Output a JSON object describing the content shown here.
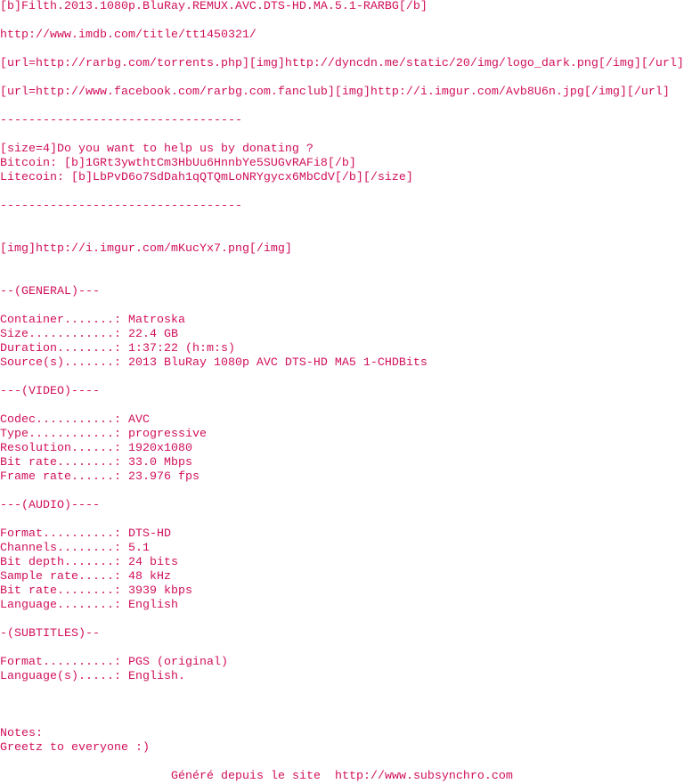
{
  "header": {
    "title_line": "[b]Filth.2013.1080p.BluRay.REMUX.AVC.DTS-HD.MA.5.1-RARBG[/b]",
    "imdb_link": "http://www.imdb.com/title/tt1450321/",
    "rarbg_link": "[url=http://rarbg.com/torrents.php][img]http://dyncdn.me/static/20/img/logo_dark.png[/img][/url]",
    "facebook_link": "[url=http://www.facebook.com/rarbg.com.fanclub][img]http://i.imgur.com/Avb8U6n.jpg[/img][/url]"
  },
  "divider": "----------------------------------",
  "donate": {
    "prompt": "[size=4]Do you want to help us by donating ?",
    "bitcoin": "Bitcoin: [b]1GRt3ywthtCm3HbUu6HnnbYe5SUGvRAFi8[/b]",
    "litecoin": "Litecoin: [b]LbPvD6o7SdDah1qQTQmLoNRYgycx6MbCdV[/b][/size]"
  },
  "image_link": "[img]http://i.imgur.com/mKucYx7.png[/img]",
  "sections": {
    "general": {
      "header": "--(GENERAL)---",
      "fields": [
        {
          "label": "Container",
          "value": "Matroska"
        },
        {
          "label": "Size",
          "value": "22.4 GB"
        },
        {
          "label": "Duration",
          "value": "1:37:22 (h:m:s)"
        },
        {
          "label": "Source(s)",
          "value": "2013 BluRay 1080p AVC DTS-HD MA5 1-CHDBits"
        }
      ]
    },
    "video": {
      "header": "---(VIDEO)----",
      "fields": [
        {
          "label": "Codec",
          "value": "AVC"
        },
        {
          "label": "Type",
          "value": "progressive"
        },
        {
          "label": "Resolution",
          "value": "1920x1080"
        },
        {
          "label": "Bit rate",
          "value": "33.0 Mbps"
        },
        {
          "label": "Frame rate",
          "value": "23.976 fps"
        }
      ]
    },
    "audio": {
      "header": "---(AUDIO)----",
      "fields": [
        {
          "label": "Format",
          "value": "DTS-HD"
        },
        {
          "label": "Channels",
          "value": "5.1"
        },
        {
          "label": "Bit depth",
          "value": "24 bits"
        },
        {
          "label": "Sample rate",
          "value": "48 kHz"
        },
        {
          "label": "Bit rate",
          "value": "3939 kbps"
        },
        {
          "label": "Language",
          "value": "English"
        }
      ]
    },
    "subtitles": {
      "header": "-(SUBTITLES)--",
      "fields": [
        {
          "label": "Format",
          "value": "PGS (original)"
        },
        {
          "label": "Language(s)",
          "value": "English."
        }
      ]
    }
  },
  "notes": {
    "label": "Notes:",
    "text": "Greetz to everyone :)"
  },
  "footer": {
    "text": "Généré depuis le site  http://www.subsynchro.com"
  },
  "colors": {
    "text": "#d0105a",
    "background": "#ffffff"
  }
}
